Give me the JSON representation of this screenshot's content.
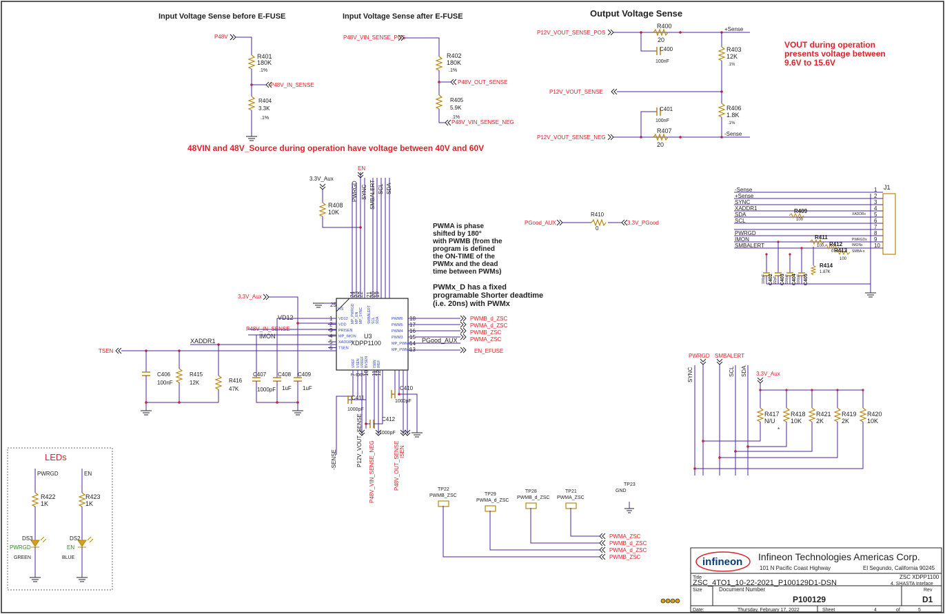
{
  "colors": {
    "wire": "#4b22a0",
    "net": "#e0202a",
    "ink": "#222222",
    "resistor": "#b8860b",
    "junction": "#c0203a",
    "led_green": "#2a8a2a"
  },
  "headings": {
    "in_before": "Input Voltage Sense before E-FUSE",
    "in_after": "Input Voltage Sense after E-FUSE",
    "out": "Output Voltage Sense",
    "vout_note1": "VOUT during operation",
    "vout_note2": "presents voltage between",
    "vout_note3": "9.6V to 15.6V",
    "vin_note": "48VIN and 48V_Source during operation have voltage between 40V and 60V",
    "pwm_note1": "PWMA is phase",
    "pwm_note2": "shifted by 180°",
    "pwm_note3": "with PWMB (from the",
    "pwm_note4": "program is defined",
    "pwm_note5": "the ON-TIME of the",
    "pwm_note6": "PWMx and the dead",
    "pwm_note7": "time between PWMs)",
    "dead_note1": "PWMx_D has a fixed",
    "dead_note2": "programable Shorter deadtime",
    "dead_note3": "(i.e. 20ns) with PWMx",
    "leds": "LEDs"
  },
  "nets": {
    "p48v": "P48V",
    "p48v_in_sense": "P48V_IN_SENSE",
    "p48v_vin_sense_pos": "P48V_VIN_SENSE_POS",
    "p48v_out_sense": "P48V_OUT_SENSE",
    "p48v_vin_sense_neg": "P48V_VIN_SENSE_NEG",
    "p12v_vout_sense_pos": "P12V_VOUT_SENSE_POS",
    "p12v_vout_sense": "P12V_VOUT_SENSE",
    "p12v_vout_sense_neg": "P12V_VOUT_SENSE_NEG",
    "plus_sense": "+Sense",
    "minus_sense": "-Sense",
    "en": "EN",
    "aux33": "3.3V_Aux",
    "pwrgd": "PWRGD",
    "sync": "SYNC",
    "smbalert": "SMBALERT",
    "scl": "SCL",
    "sda": "SDA",
    "pgood_aux": "PGood_AUX",
    "pgood33": "3.3V_PGood",
    "vd12": "VD12",
    "imon": "IMON",
    "xaddr1": "XADDR1",
    "tsen": "TSEN",
    "pwmb_d_zsc": "PWMB_d_ZSC",
    "pwma_d_zsc": "PWMA_d_ZSC",
    "pwmb_zsc": "PWMB_ZSC",
    "pwma_zsc": "PWMA_ZSC",
    "en_efuse": "EN_EFUSE",
    "sense_neg_lbl": "-SENSE",
    "isen": "ISEN",
    "gnd": "GND"
  },
  "resistors": {
    "r401": [
      "R401",
      "180K",
      ".1%"
    ],
    "r404": [
      "R404",
      "3.3K",
      ".1%"
    ],
    "r402": [
      "R402",
      "180K",
      ".1%"
    ],
    "r405": [
      "R405",
      "5.9K",
      ".1%"
    ],
    "r400": [
      "R400",
      "20"
    ],
    "r403": [
      "R403",
      "12K",
      ".1%"
    ],
    "r406": [
      "R406",
      "1.8K",
      ".1%"
    ],
    "r407": [
      "R407",
      "20"
    ],
    "r408": [
      "R408",
      "10K"
    ],
    "r410": [
      "R410",
      "0"
    ],
    "r415": [
      "R415",
      "12K"
    ],
    "r416": [
      "R416",
      "47K"
    ],
    "r409": [
      "R409",
      "100"
    ],
    "r411": [
      "R411",
      "100"
    ],
    "r412": [
      "R412",
      "0"
    ],
    "r413": [
      "R413",
      "100"
    ],
    "r414": [
      "R414",
      "1.87K"
    ],
    "r417": [
      "R417",
      "N/U"
    ],
    "r418": [
      "R418",
      "10K"
    ],
    "r421": [
      "R421",
      "2K"
    ],
    "r419": [
      "R419",
      "2K"
    ],
    "r420": [
      "R420",
      "10K"
    ],
    "r422": [
      "R422",
      "1K"
    ],
    "r423": [
      "R423",
      "1K"
    ]
  },
  "capacitors": {
    "c400": [
      "C400",
      "100nF"
    ],
    "c401": [
      "C401",
      "100nF"
    ],
    "c406": [
      "C406",
      "100nF"
    ],
    "c407": [
      "C407",
      "1000pF"
    ],
    "c408": [
      "C408",
      "1uF"
    ],
    "c409": [
      "C409",
      "1uF"
    ],
    "c411": [
      "C411",
      "1000pF"
    ],
    "c410": [
      "C410",
      "1000pF"
    ],
    "c412": [
      "C412",
      "1000pF"
    ],
    "c402": "C402",
    "c403": "C403",
    "c404": "C404",
    "c405": "C405",
    "small_100p": "100pF",
    "small_22p": "22pF"
  },
  "ic": {
    "ref": "U3",
    "part": "XDPP1100",
    "pin25": "25",
    "hs": "HS",
    "left_pins": [
      {
        "num": "1",
        "name": "VD12"
      },
      {
        "num": "2",
        "name": "VDD"
      },
      {
        "num": "3",
        "name": "PRISEN"
      },
      {
        "num": "4",
        "name": "MP_IMON"
      },
      {
        "num": "5",
        "name": "XADDR1"
      },
      {
        "num": "6",
        "name": "TSEN"
      }
    ],
    "right_pins": [
      {
        "num": "18",
        "name": "PWM6"
      },
      {
        "num": "17",
        "name": "PWM5"
      },
      {
        "num": "16",
        "name": "PWM4"
      },
      {
        "num": "15",
        "name": "PWM3"
      },
      {
        "num": "14",
        "name": "MP_PWM2"
      },
      {
        "num": "13",
        "name": "MP_PWM1"
      }
    ],
    "top_pins": [
      {
        "num": "24",
        "name": "MP_PWRGD"
      },
      {
        "num": "23",
        "name": "MP_EN"
      },
      {
        "num": "22",
        "name": "MP_SYNC"
      },
      {
        "num": "21",
        "name": "SMBALERT"
      },
      {
        "num": "20",
        "name": "SCL"
      },
      {
        "num": "19",
        "name": "SDA"
      }
    ],
    "bottom_pins": [
      {
        "num": "7",
        "name": "VREF"
      },
      {
        "num": "8",
        "name": "VSEN"
      },
      {
        "num": "9",
        "name": "VRREF"
      },
      {
        "num": "10",
        "name": "BVSEN"
      },
      {
        "num": "11",
        "name": "ISEN"
      },
      {
        "num": "12",
        "name": "IREF"
      }
    ]
  },
  "connector": {
    "ref": "J1",
    "pins": [
      {
        "num": "1",
        "net": "-Sense"
      },
      {
        "num": "2",
        "net": "+Sense"
      },
      {
        "num": "3",
        "net": "SYNC"
      },
      {
        "num": "4",
        "net": "XADDR1"
      },
      {
        "num": "5",
        "net": "SDA"
      },
      {
        "num": "6",
        "net": "SCL"
      },
      {
        "num": "7",
        "net": ""
      },
      {
        "num": "8",
        "net": "PWRGD"
      },
      {
        "num": "9",
        "net": "IMON"
      },
      {
        "num": "10",
        "net": "SMBALERT"
      }
    ],
    "tags": {
      "xaddr": "XADDRx",
      "pwrgd": "PWRGDx",
      "imon": "IMONx",
      "smba": "SMBA-x"
    }
  },
  "testpoints": [
    {
      "ref": "TP22",
      "net": "PWMB_ZSC"
    },
    {
      "ref": "TP29",
      "net": "PWMA_d_ZSC"
    },
    {
      "ref": "TP28",
      "net": "PWMB_d_ZSC"
    },
    {
      "ref": "TP21",
      "net": "PWMA_ZSC"
    },
    {
      "ref": "TP23",
      "net": "GND"
    }
  ],
  "tp_bus": [
    "PWMA_ZSC",
    "PWMB_d_ZSC",
    "PWMA_d_ZSC",
    "PWMB_ZSC"
  ],
  "leds": {
    "ds3": {
      "ref": "DS3",
      "net": "PWRGD",
      "color": "GREEN"
    },
    "ds2": {
      "ref": "DS2",
      "net": "EN",
      "color": "BLUE"
    }
  },
  "misc": {
    "star_mark": "*"
  },
  "titleblock": {
    "logo": "infineon",
    "company": "Infineon Technologies Americas Corp.",
    "address": "101 N Pacific Coast Highway",
    "city": "El Segundo, California  90245",
    "title_lbl": "Title",
    "title_val": "ZSC_4TO1_10-22-2021_P100129D1-DSN",
    "sub1": "ZSC XDPP1100",
    "sub2": "4. SHASTA Inteface",
    "size_lbl": "Size",
    "docnum_lbl": "Document Number",
    "docnum": "P100129",
    "rev_lbl": "Rev",
    "rev": "D1",
    "date_lbl": "Date:",
    "date": "Thursday, February 17, 2022",
    "sheet_lbl": "Sheet",
    "sheet": "4",
    "of_lbl": "of",
    "of": "5"
  }
}
